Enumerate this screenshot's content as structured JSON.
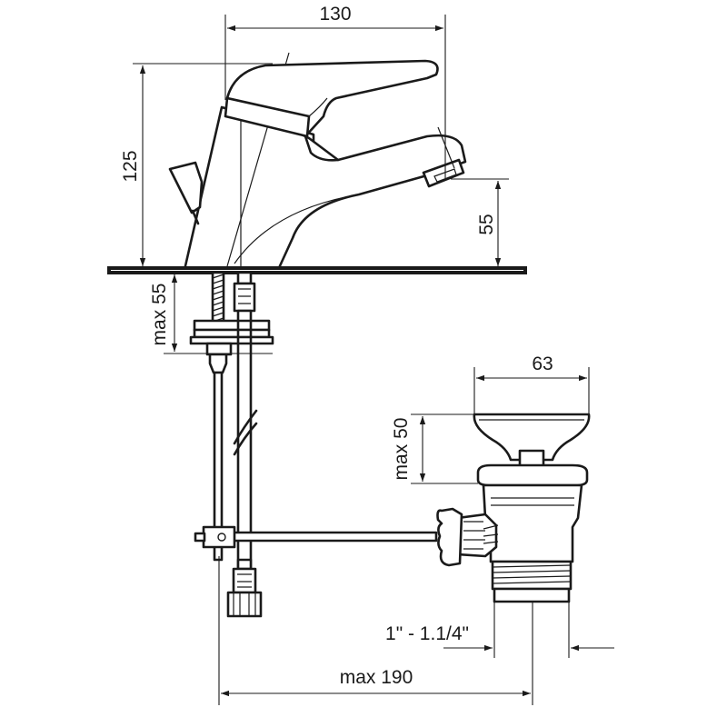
{
  "dimensions": {
    "top_width": "130",
    "overall_height": "125",
    "spout_height": "55",
    "max_thickness": "max 55",
    "waste_width": "63",
    "waste_height": "max 50",
    "thread": "1\" - 1.1/4\"",
    "max_length": "max 190"
  }
}
